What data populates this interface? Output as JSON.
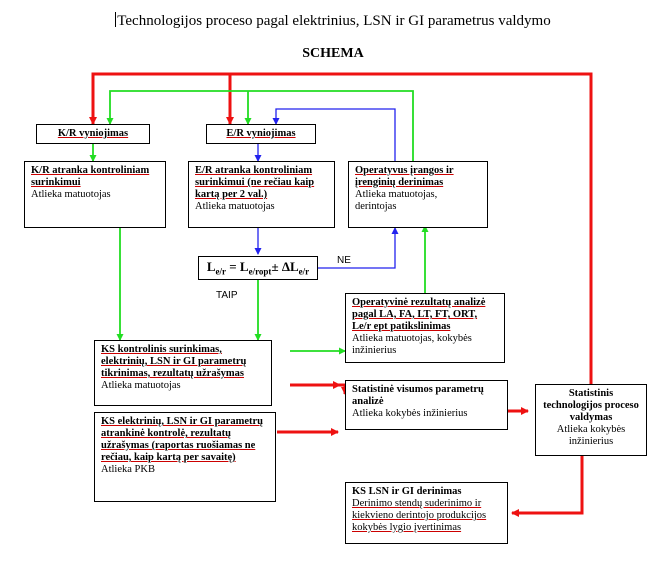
{
  "title": "Technologijos proceso pagal elektrinius, LSN ir GI parametrus valdymo",
  "subtitle": "SCHEMA",
  "boxes": {
    "kr_intake": {
      "label": "K/R vyniojimas"
    },
    "er_intake": {
      "label": "E/R vyniojimas"
    },
    "kr_sampling": {
      "heading": "K/R atranka kontroliniam surinkimui",
      "performer": "Atlieka matuotojas"
    },
    "er_sampling": {
      "heading": "E/R atranka kontroliniam surinkimui (ne rečiau kaip kartą per 2 val.)",
      "performer": "Atlieka matuotojas"
    },
    "operative_adjust": {
      "heading": "Operatyvus įrangos ir įrenginių derinimas",
      "performer": "Atlieka matuotojas, derintojas"
    },
    "operative_analysis": {
      "heading": "Operatyvinė rezultatų analizė pagal LA, FA, LT, FT, ORT, Le/r ept patikslinimas",
      "performer": "Atlieka matuotojas, kokybės inžinierius"
    },
    "ks_control": {
      "heading": "KS kontrolinis surinkimas, elektrinių, LSN ir GI parametrų tikrinimas, rezultatų užrašymas",
      "performer": "Atlieka matuotojas"
    },
    "stat_analysis": {
      "heading": "Statistinė visumos parametrų analizė",
      "performer": "Atlieka kokybės inžinierius"
    },
    "stat_control": {
      "heading": "Statistinis technologijos proceso valdymas",
      "performer": "Atlieka kokybės inžinierius"
    },
    "ks_selective": {
      "heading": "KS elektrinių, LSN ir GI parametrų atrankinė kontrolė, rezultatų užrašymas (raportas ruošiamas ne rečiau, kaip kartą per savaitę)",
      "performer": "Atlieka PKB"
    },
    "ks_lsn": {
      "heading": "KS LSN ir GI derinimas",
      "body": "Derinimo stendų suderinimo ir kiekvieno derintojo produkcijos kokybės lygio įvertinimas"
    }
  },
  "formula": {
    "lhs": "L",
    "lhs_sub": "e/r",
    "eq": " = ",
    "rhs": "L",
    "rhs_sub": "e/ropt",
    "pm": "± ΔL",
    "pm_sub": "e/r"
  },
  "labels": {
    "ne": "NE",
    "taip": "TAIP"
  },
  "colors": {
    "red": "#ee1111",
    "green": "#22dd22",
    "blue": "#2222ee",
    "border": "#000000"
  }
}
